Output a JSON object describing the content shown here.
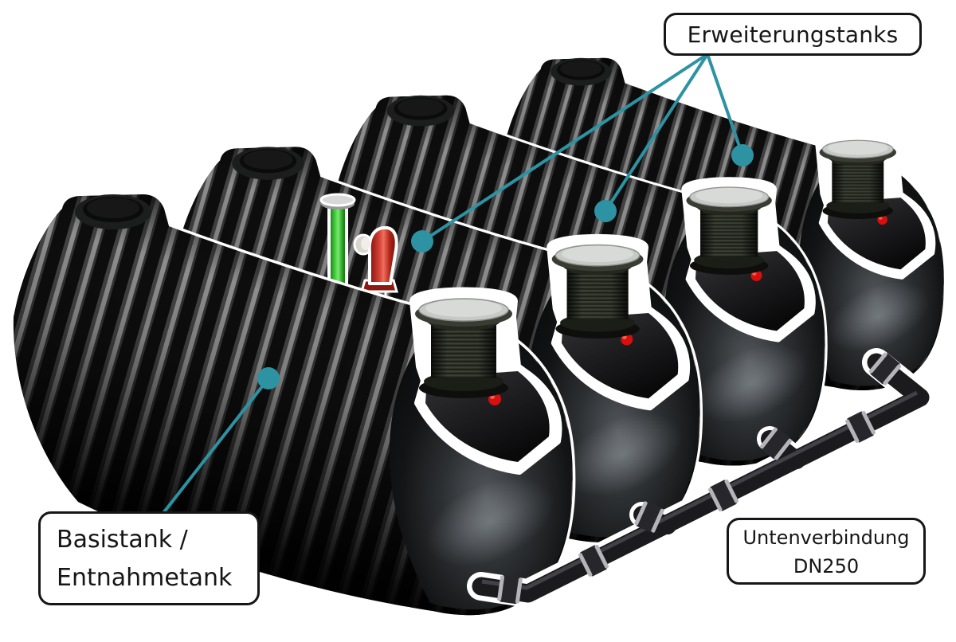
{
  "diagram": {
    "title_context": "underground tank system schematic",
    "labels": {
      "erweiterungstanks": {
        "text": "Erweiterungstanks"
      },
      "basistank": {
        "line1": "Basistank /",
        "line2": "Entnahmetank"
      },
      "untenverbindung": {
        "line1": "Untenverbindung",
        "line2": "DN250"
      }
    },
    "objects": {
      "tank_count": 4,
      "base_tank_name": "Basistank / Entnahmetank",
      "expansion_tanks_name": "Erweiterungstanks",
      "bottom_connection_name": "Untenverbindung DN250"
    },
    "colors": {
      "background": "#ffffff",
      "callout_teal": "#2d92a2",
      "label_border": "#161616",
      "tank_body_black": "#101010",
      "rib_highlight_gray": "#969696",
      "dome_lid_gray": "#d8dad7",
      "indicator_red": "#d70f0f",
      "vent_pipe_green": "#45cf3f",
      "valve_red": "#d84437",
      "pipe_black": "#1b1b1d",
      "coupling_gray": "#b4b4ba"
    }
  }
}
